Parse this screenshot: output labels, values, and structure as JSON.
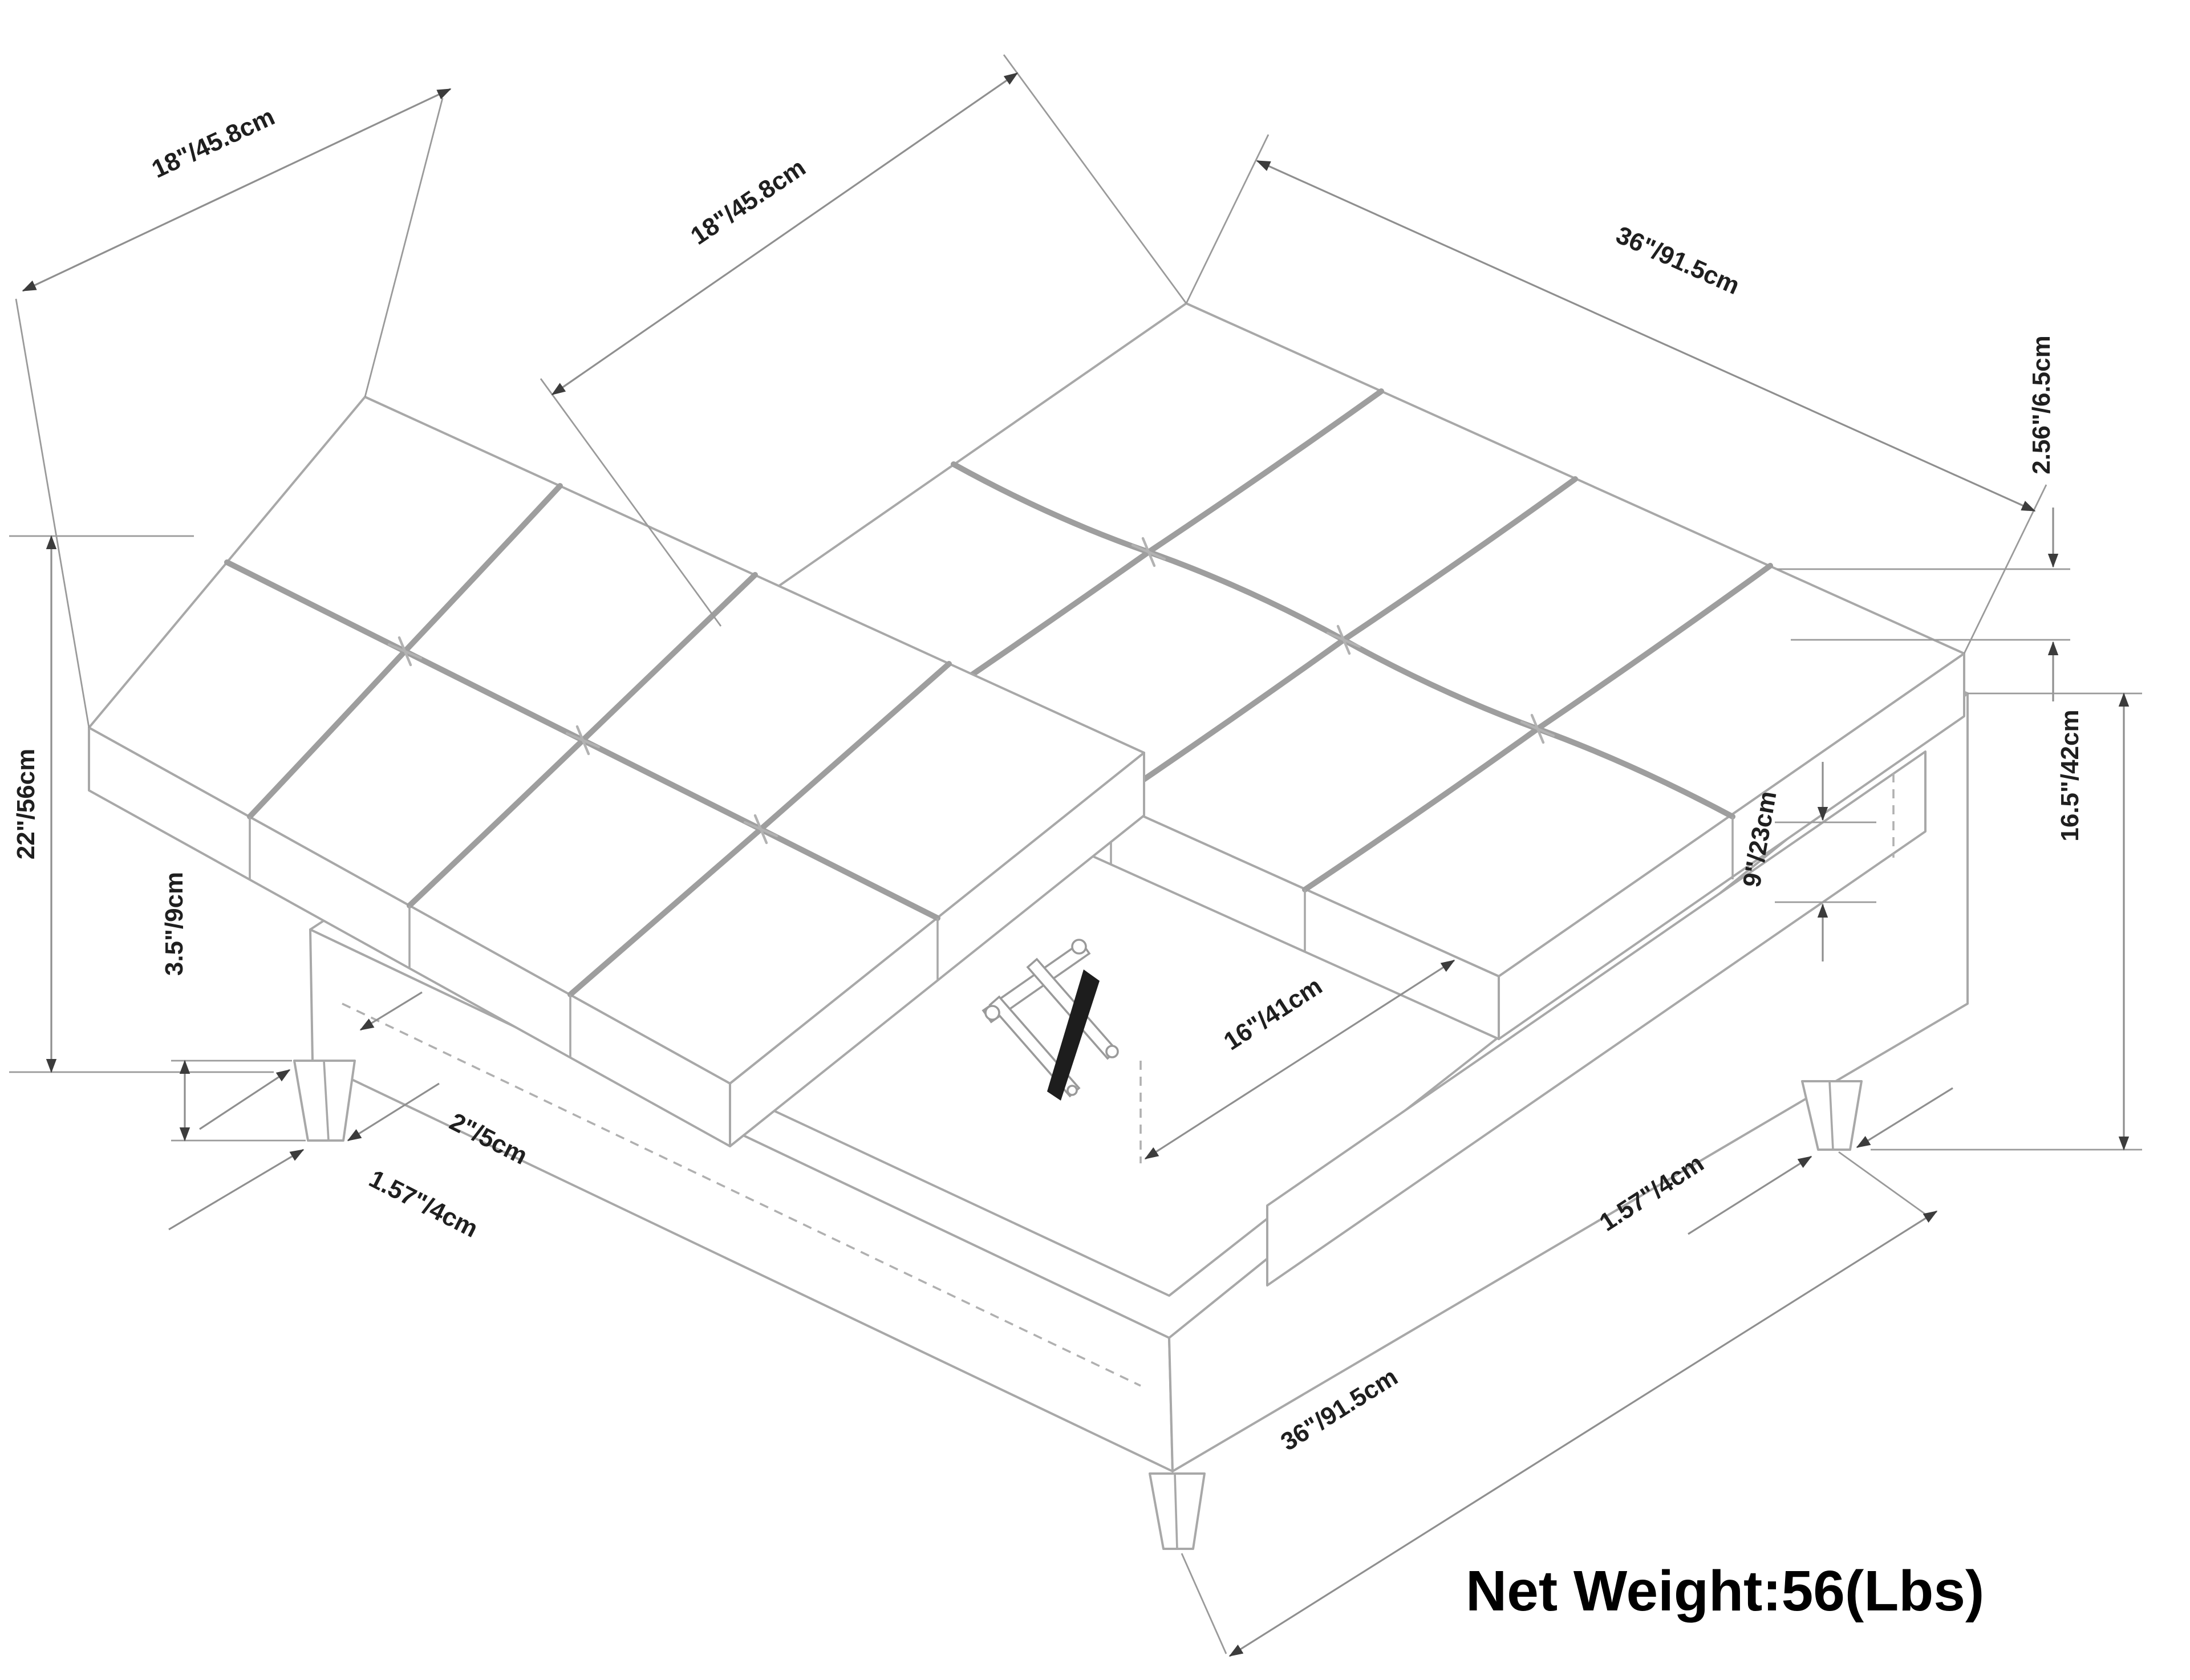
{
  "diagram": {
    "type": "furniture-dimension-drawing",
    "subject": "square lift-top tufted storage ottoman, isometric exploded view",
    "labels": {
      "cushion_left_width": "18\"/45.8cm",
      "cushion_right_width": "18\"/45.8cm",
      "cushion_right_length": "36\"/91.5cm",
      "cushion_thickness": "2.56\"/6.5cm",
      "base_height": "16.5\"/42cm",
      "shelf_opening_height": "9\"/23cm",
      "overall_height": "22\"/56cm",
      "leg_height": "3.5\"/9cm",
      "leg_top_width": "2\"/5cm",
      "leg_bottom_width_left": "1.57\"/4cm",
      "storage_interior_width": "16\"/41cm",
      "leg_bottom_width_right": "1.57\"/4cm",
      "base_length": "36\"/91.5cm"
    },
    "net_weight": "Net Weight:56(Lbs)"
  }
}
